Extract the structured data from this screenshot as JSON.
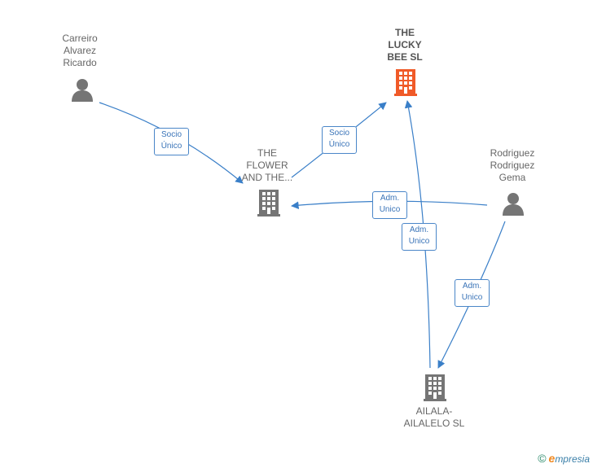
{
  "nodes": {
    "lucky_bee": {
      "label": "THE\nLUCKY\nBEE  SL",
      "type": "company",
      "focus": true
    },
    "flower": {
      "label": "THE\nFLOWER\nAND THE...",
      "type": "company"
    },
    "ailala": {
      "label": "AILALA-\nAILALELO SL",
      "type": "company"
    },
    "carreiro": {
      "label": "Carreiro\nAlvarez\nRicardo",
      "type": "person"
    },
    "rodriguez": {
      "label": "Rodriguez\nRodriguez\nGema",
      "type": "person"
    }
  },
  "edges": [
    {
      "from": "carreiro",
      "to": "flower",
      "label": "Socio\nÚnico"
    },
    {
      "from": "flower",
      "to": "lucky_bee",
      "label": "Socio\nÚnico"
    },
    {
      "from": "rodriguez",
      "to": "flower",
      "label": "Adm.\nUnico"
    },
    {
      "from": "ailala",
      "to": "lucky_bee",
      "label": "Adm.\nUnico"
    },
    {
      "from": "rodriguez",
      "to": "ailala",
      "label": "Adm.\nUnico"
    }
  ],
  "colors": {
    "edge": "#3a7fc8",
    "company": "#757575",
    "focus_company": "#f05a28",
    "person": "#757575"
  },
  "brand": {
    "copyright": "©",
    "e": "e",
    "rest": "mpresia"
  }
}
